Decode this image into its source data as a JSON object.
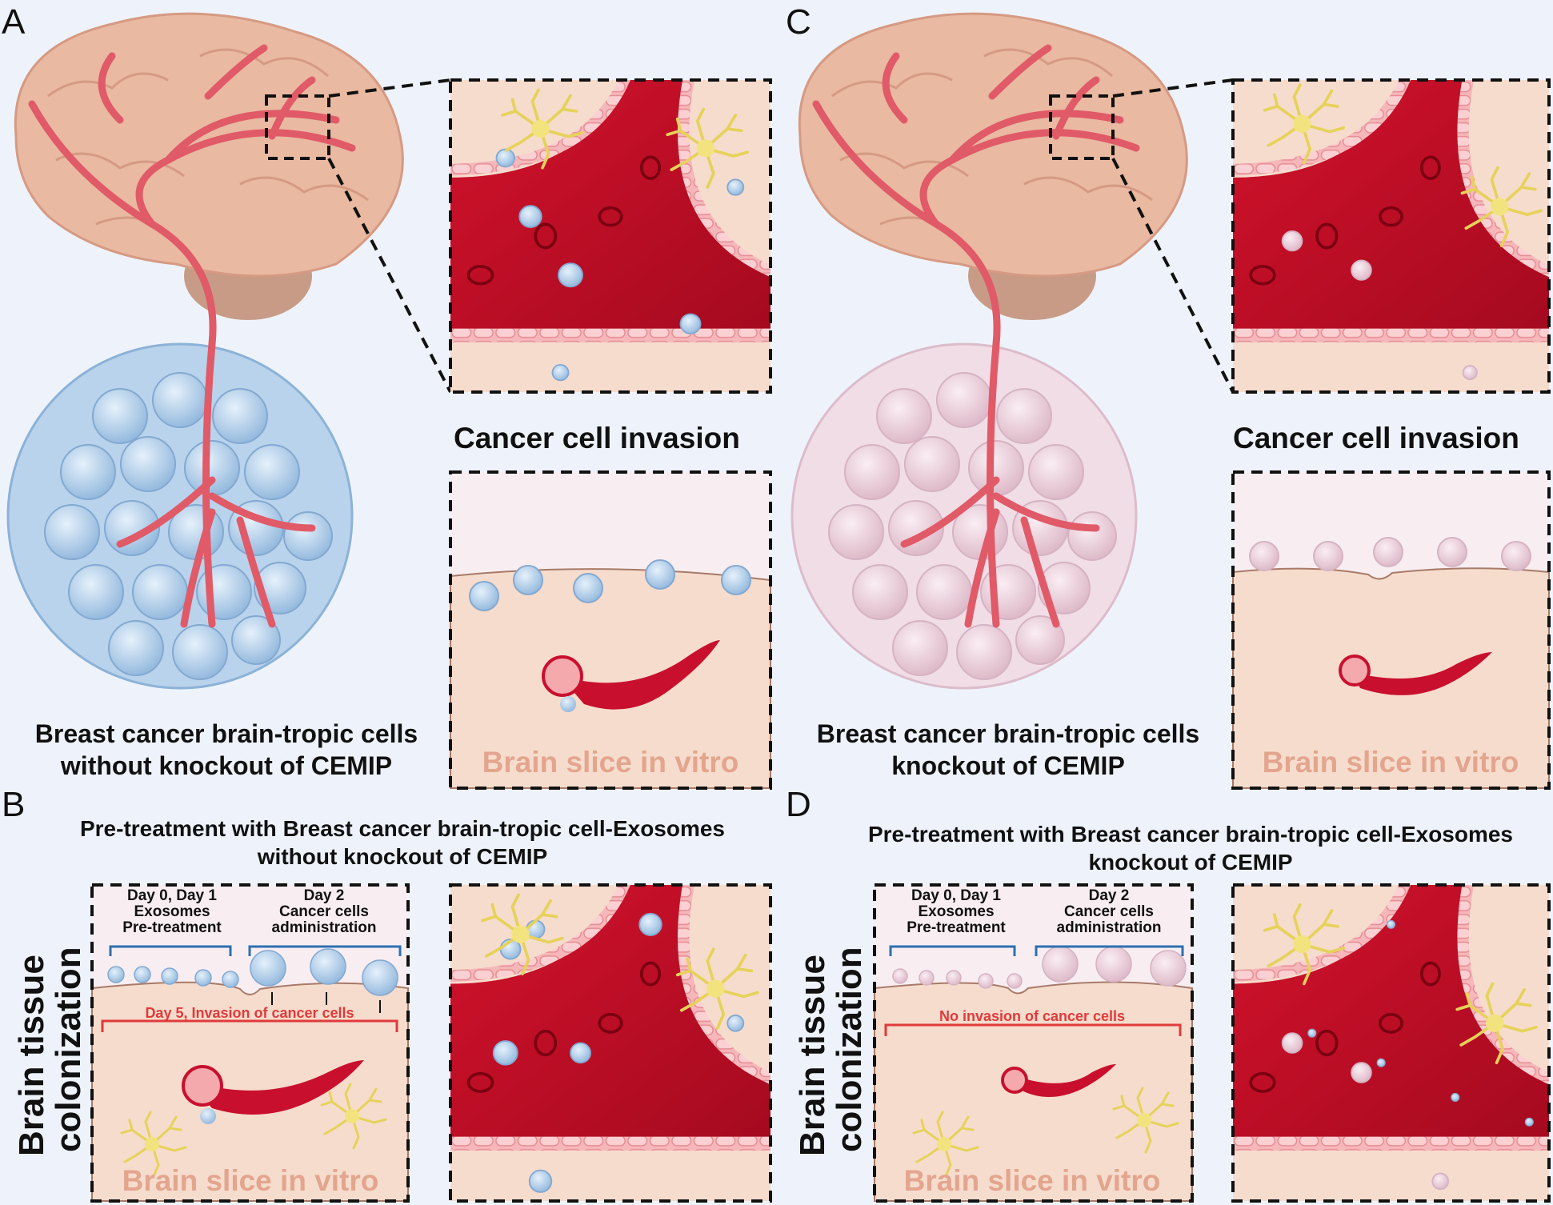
{
  "panels": {
    "A": {
      "letter": "A",
      "invasion_title": "Cancer cell invasion",
      "caption_line1": "Breast cancer brain-tropic cells",
      "caption_line2": "without knockout of CEMIP",
      "slice_label": "Brain slice in vitro"
    },
    "B": {
      "letter": "B",
      "title_line1": "Pre-treatment with Breast cancer brain-tropic cell-Exosomes",
      "title_line2": "without knockout of CEMIP",
      "side_label_line1": "Brain tissue",
      "side_label_line2": "colonization",
      "day01_line1": "Day 0, Day 1",
      "day01_line2": "Exosomes",
      "day01_line3": "Pre-treatment",
      "day2_line1": "Day 2",
      "day2_line2": "Cancer cells",
      "day2_line3": "administration",
      "day5_note": "Day 5, Invasion of cancer cells",
      "slice_label": "Brain slice in vitro"
    },
    "C": {
      "letter": "C",
      "invasion_title": "Cancer cell invasion",
      "caption_line1": "Breast cancer brain-tropic cells",
      "caption_line2": "knockout of CEMIP",
      "slice_label": "Brain slice in vitro"
    },
    "D": {
      "letter": "D",
      "title_line1": "Pre-treatment with Breast cancer brain-tropic cell-Exosomes",
      "title_line2": "knockout of CEMIP",
      "side_label_line1": "Brain tissue",
      "side_label_line2": "colonization",
      "day01_line1": "Day 0, Day 1",
      "day01_line2": "Exosomes",
      "day01_line3": "Pre-treatment",
      "day2_line1": "Day 2",
      "day2_line2": "Cancer cells",
      "day2_line3": "administration",
      "no_invasion_note": "No invasion of cancer cells",
      "slice_label": "Brain slice in vitro"
    }
  },
  "colors": {
    "background": "#eef3fb",
    "brain": "#e9b9a2",
    "cerebellum": "#c79b86",
    "vessel": "#c8102e",
    "endothelium": "#f4a9ad",
    "tissue": "#f6dccd",
    "blue_cell": "#aac9e6",
    "pink_cell": "#eed3de",
    "astrocyte": "#f1e27a",
    "note_red": "#e03a3a",
    "bracket_blue": "#2d6fb0"
  }
}
